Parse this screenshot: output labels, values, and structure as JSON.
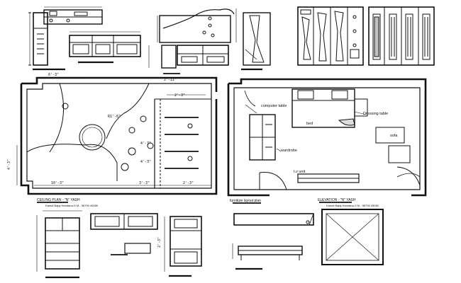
{
  "ceiling": {
    "dims": {
      "top": "6'-3\"",
      "top_right": "2'-3\"",
      "left": "4'-3\"",
      "bottom_left": "10'-3\"",
      "bottom_mid": "3'-3\"",
      "bottom_right": "2'-3\"",
      "circle": "R1'-6\"",
      "shelf_a": "4'-7\"",
      "shelf_b": "4'-3\""
    },
    "title": "CEILING PLAN  - \"N\" YASH",
    "caption": "Kamal Bajaj  Handana-S  M - 98790 49080"
  },
  "furniture": {
    "labels": {
      "computer_table": "computer table",
      "bed": "bed",
      "dressing_table": "Dressing table",
      "sofa": "sofa",
      "wardrobe": "wardrobe",
      "tv_unit": "t.v unit"
    },
    "title": "furniture layout plan",
    "title2": "ELEVATION - \"N\" YASH",
    "caption": "Kamal Bajaj  Handana-S  M - 98790 49080"
  },
  "details": {
    "top_dim_a": "2'-11\"",
    "side_dim": "2'-3\""
  },
  "colors": {
    "ink": "#111111",
    "paper": "#ffffff"
  }
}
